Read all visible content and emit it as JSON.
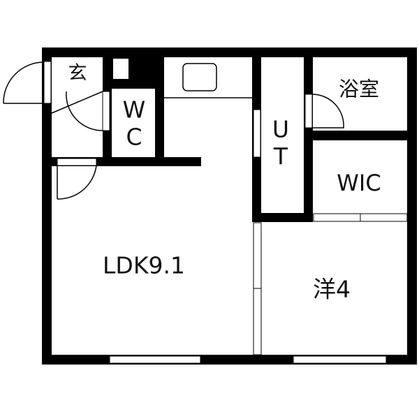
{
  "colors": {
    "wall": "#000000",
    "floor": "#ffffff",
    "line": "#000000"
  },
  "rooms": {
    "entrance": "玄",
    "wc_top": "W",
    "wc_bottom": "C",
    "bath": "浴室",
    "utility_top": "U",
    "utility_bottom": "T",
    "closet": "WIC",
    "ldk": "LDK9.1",
    "western_room": "洋4"
  }
}
